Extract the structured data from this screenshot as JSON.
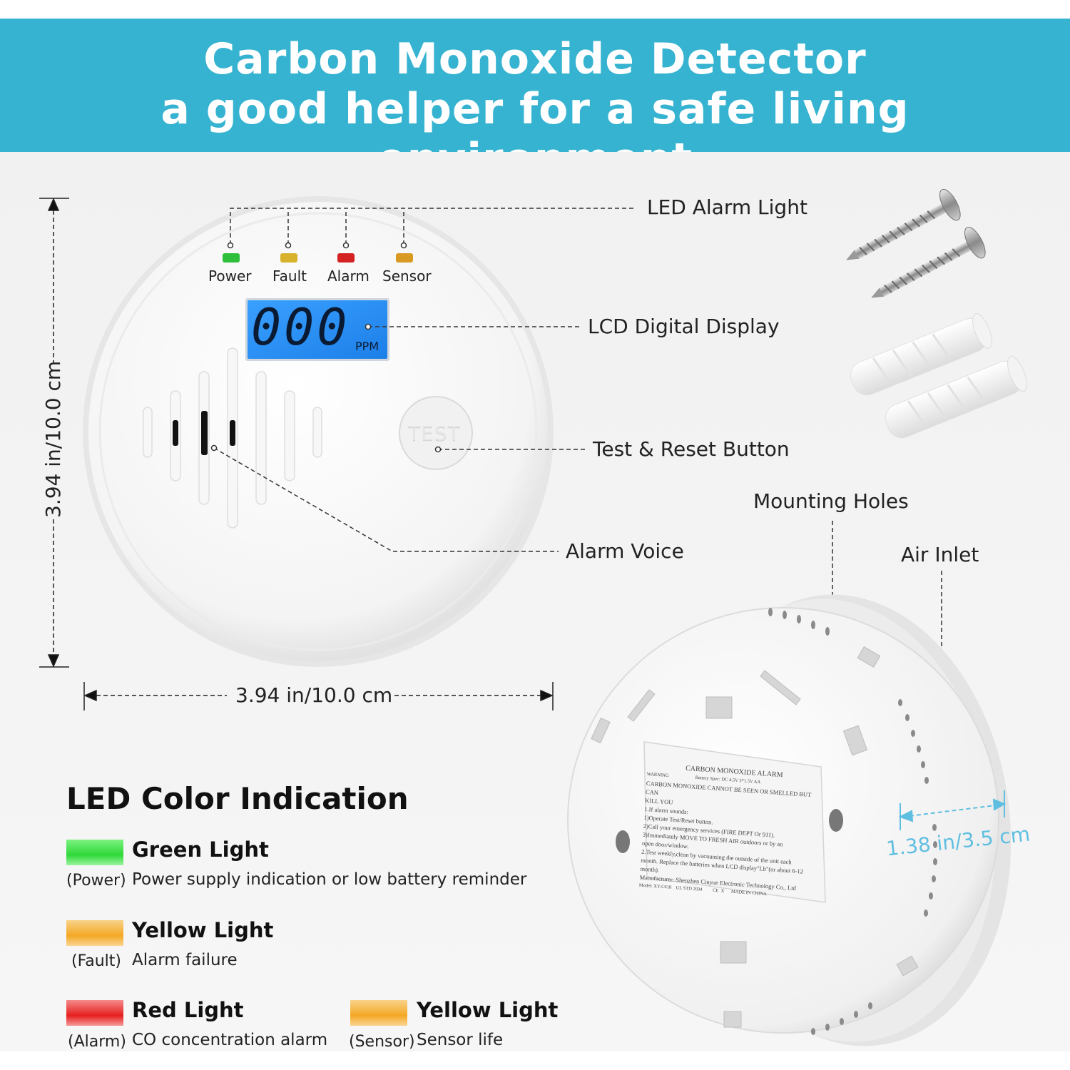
{
  "banner": {
    "title": "Carbon Monoxide Detector",
    "subtitle": "a good helper for a safe living environment",
    "color": "#36b3d1"
  },
  "front": {
    "led_labels": [
      "Power",
      "Fault",
      "Alarm",
      "Sensor"
    ],
    "led_colors": [
      "#2fbf3a",
      "#d8b22a",
      "#d42222",
      "#d89a22"
    ],
    "lcd_value": "000",
    "lcd_unit": "PPM",
    "test_label": "TEST"
  },
  "callouts": {
    "led_alarm_light": "LED Alarm Light",
    "lcd_display": "LCD Digital Display",
    "test_button": "Test & Reset Button",
    "alarm_voice": "Alarm Voice",
    "mounting_holes": "Mounting Holes",
    "air_inlet": "Air Inlet"
  },
  "dimensions": {
    "height": "3.94 in/10.0 cm",
    "width": "3.94 in/10.0 cm",
    "thickness": "1.38 in/3.5 cm"
  },
  "back_label": {
    "title": "CARBON MONOXIDE ALARM",
    "lines": [
      "WARNING                       Battery Spec: DC 4.5V 3*1.5V AA",
      "CARBON MONOXIDE CANNOT BE SEEN OR SMELLED BUT CAN",
      "KILL YOU",
      "1.If alarm sounds:",
      "1)Operate Test/Reset button.",
      "2)Call your emergency services (FIRE DEPT Or 911).",
      "3)Immediately MOVE TO FRESH AIR outdoors or by an",
      "open door/window.",
      "2.Test weekly,clean by vacuuming the outside of the unit each",
      "month. Replace the batteries when LCD display\"Lb\"(or about 6-12",
      "month).",
      "Manufacturer: Shenzhen Cinyue Electronic Technology Co., Ltd",
      "Model: XY-C618    UL STD 2034         CE  X      MADE IN CHINA"
    ]
  },
  "legend": {
    "title": "LED Color Indication",
    "items": [
      {
        "name": "Green Light",
        "tag": "(Power)",
        "desc": "Power supply indication or low battery reminder",
        "color": "#3ee34a"
      },
      {
        "name": "Yellow Light",
        "tag": "(Fault)",
        "desc": "Alarm failure",
        "color": "#f6b02e"
      },
      {
        "name": "Red Light",
        "tag": "(Alarm)",
        "desc": "CO concentration alarm",
        "color": "#e82a2a"
      },
      {
        "name": "Yellow Light",
        "tag": "(Sensor)",
        "desc": "Sensor life",
        "color": "#f6b02e"
      }
    ]
  }
}
